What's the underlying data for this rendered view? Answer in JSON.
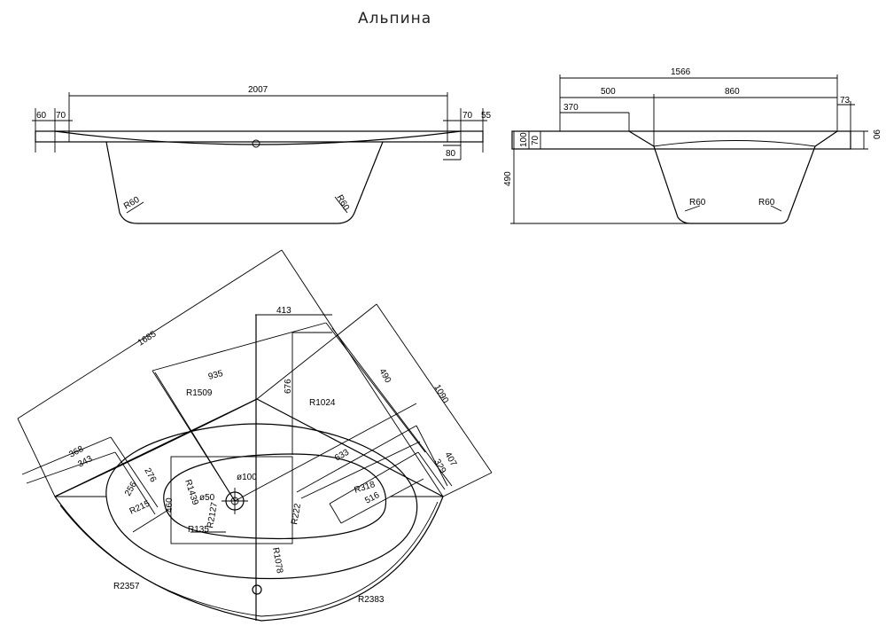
{
  "title": "Альпина",
  "side_view_long": {
    "dims": [
      "2007",
      "60",
      "70",
      "70",
      "55",
      "80",
      "R60",
      "R60"
    ]
  },
  "side_view_short": {
    "dims": [
      "1566",
      "500",
      "860",
      "370",
      "73",
      "90",
      "100",
      "70",
      "490",
      "R60",
      "R60"
    ]
  },
  "top_view": {
    "dims": [
      "1685",
      "935",
      "413",
      "676",
      "490",
      "1090",
      "R1509",
      "R1024",
      "368",
      "343",
      "276",
      "256",
      "460",
      "R1439",
      "ø50",
      "ø100",
      "R215",
      "R135",
      "R2127",
      "633",
      "R318",
      "516",
      "R222",
      "407",
      "329",
      "R1078",
      "R2357",
      "R2383"
    ]
  }
}
